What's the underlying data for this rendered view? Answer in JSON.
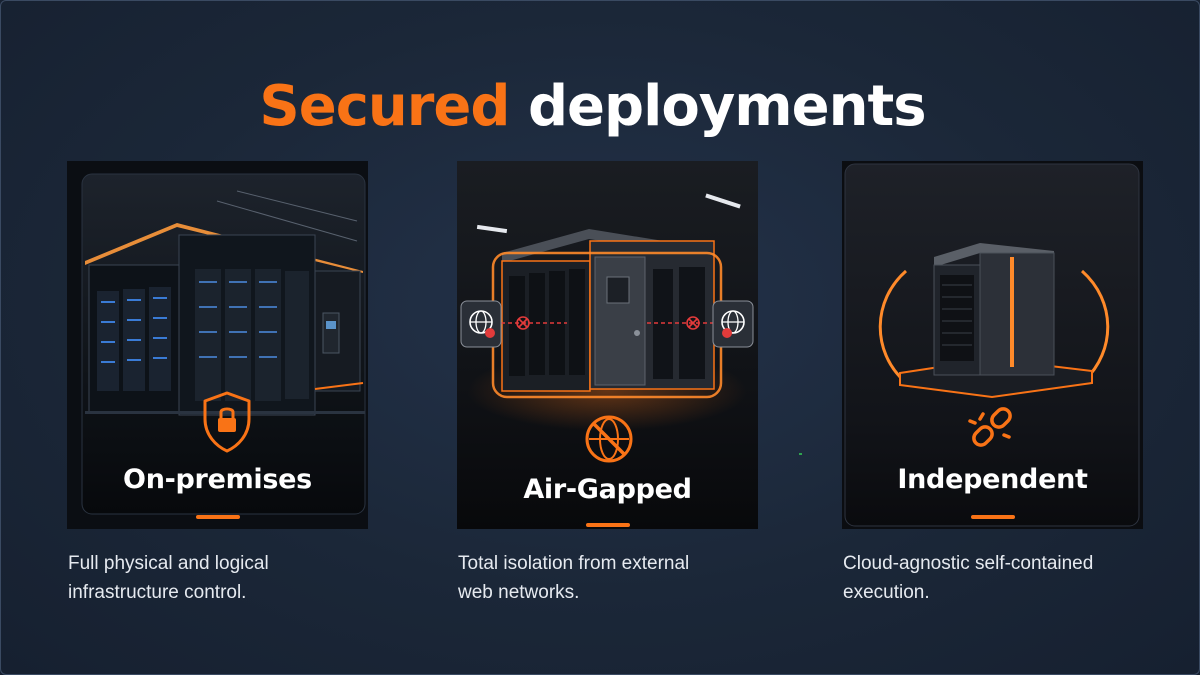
{
  "title": {
    "accent": "Secured",
    "rest": "deployments"
  },
  "colors": {
    "accent": "#f97316",
    "background": "#1b2738",
    "text": "#ffffff"
  },
  "cards": [
    {
      "name": "On-premises",
      "icon": "shield-lock-icon",
      "description_lines": [
        "Full physical and logical",
        "infrastructure control."
      ]
    },
    {
      "name": "Air-Gapped",
      "icon": "no-internet-icon",
      "description_lines": [
        "Total isolation from external",
        "web networks."
      ]
    },
    {
      "name": "Independent",
      "icon": "broken-link-icon",
      "description_lines": [
        "Cloud-agnostic self-contained",
        "execution."
      ]
    }
  ]
}
